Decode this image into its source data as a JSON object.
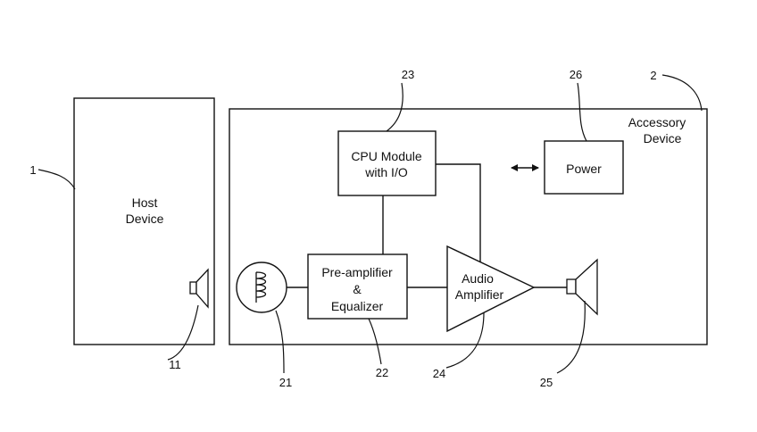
{
  "host_device": {
    "ref": "1",
    "label_line1": "Host",
    "label_line2": "Device"
  },
  "host_speaker": {
    "ref": "11"
  },
  "accessory_device": {
    "ref": "2",
    "label_line1": "Accessory",
    "label_line2": "Device"
  },
  "cpu_module": {
    "ref": "23",
    "label_line1": "CPU Module",
    "label_line2": "with I/O"
  },
  "power": {
    "ref": "26",
    "label": "Power"
  },
  "microphone": {
    "ref": "21"
  },
  "preamp": {
    "ref": "22",
    "label_line1": "Pre-amplifier",
    "label_line2": "&",
    "label_line3": "Equalizer"
  },
  "audio_amplifier": {
    "ref": "24",
    "label_line1": "Audio",
    "label_line2": "Amplifier"
  },
  "accessory_speaker": {
    "ref": "25"
  }
}
